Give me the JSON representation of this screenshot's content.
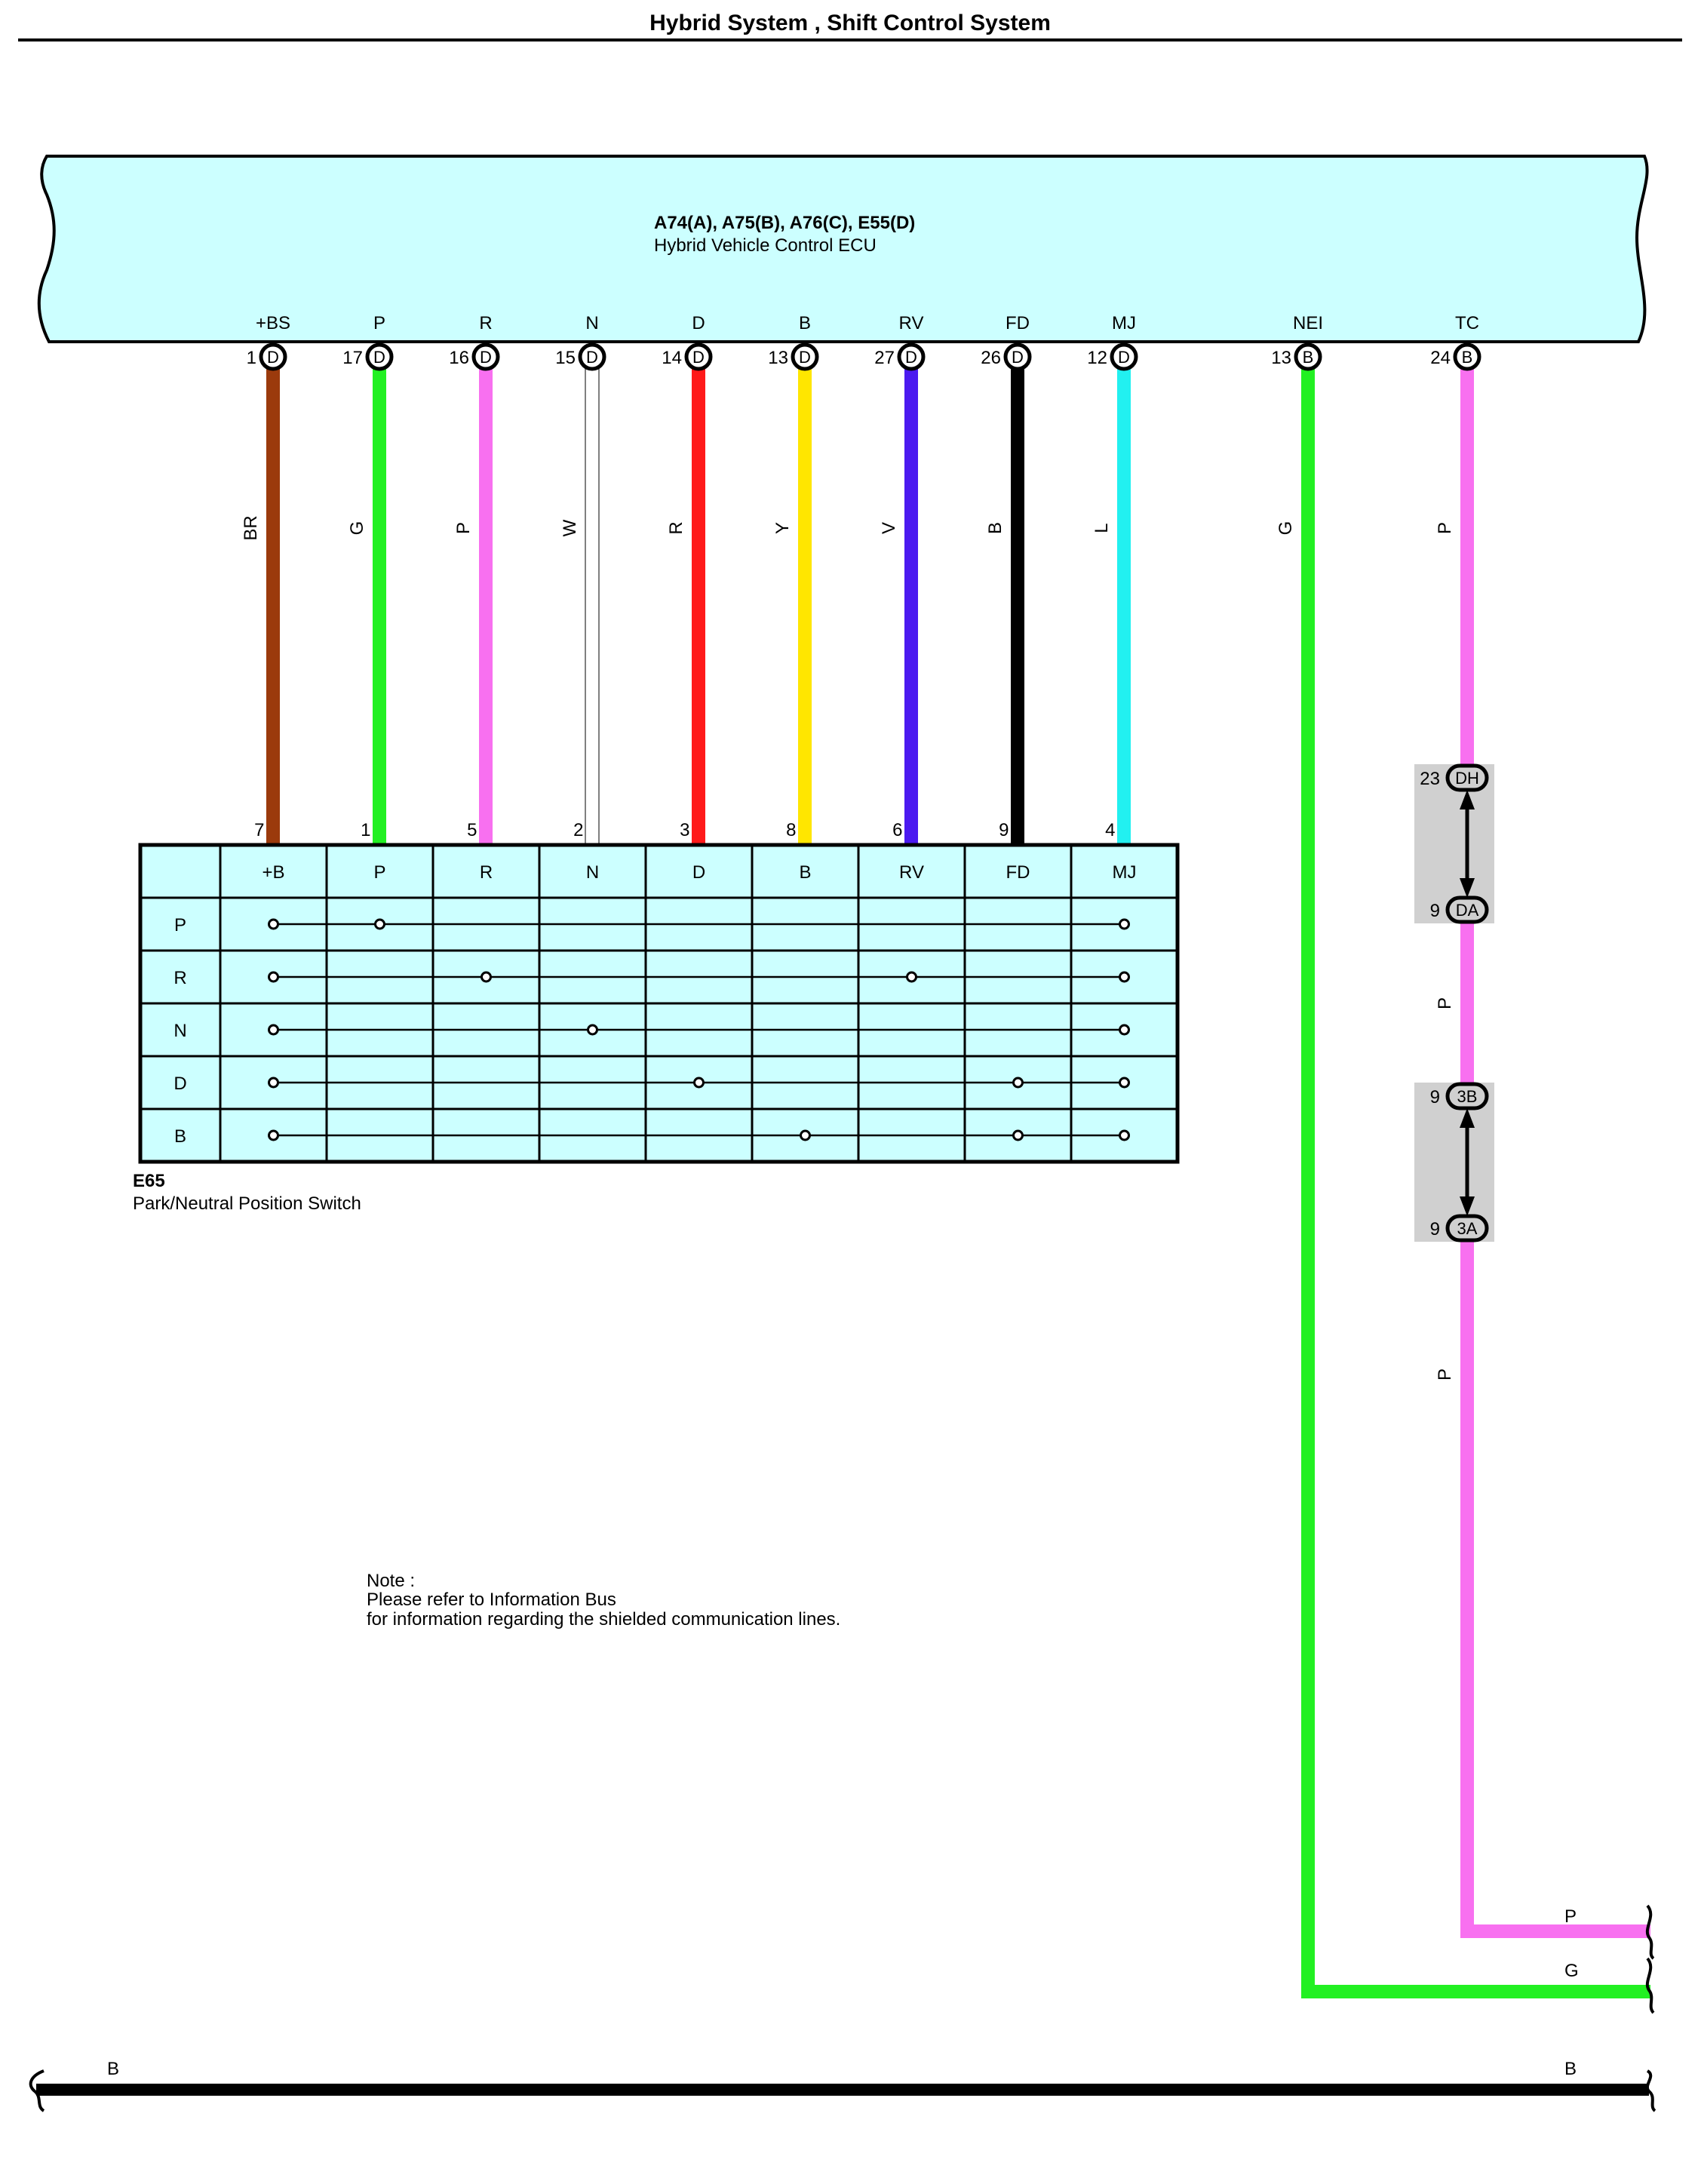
{
  "page_title": "Hybrid System , Shift Control System",
  "ecu": {
    "connectors": "A74(A), A75(B), A76(C), E55(D)",
    "name": "Hybrid Vehicle Control ECU"
  },
  "ecu_pins": [
    {
      "label": "+BS",
      "pin": "1",
      "conn": "D",
      "wire": "BR",
      "color": "#9B3A0C"
    },
    {
      "label": "P",
      "pin": "17",
      "conn": "D",
      "wire": "G",
      "color": "#22F022"
    },
    {
      "label": "R",
      "pin": "16",
      "conn": "D",
      "wire": "P",
      "color": "#F870F0"
    },
    {
      "label": "N",
      "pin": "15",
      "conn": "D",
      "wire": "W",
      "color": "#FFFFFF"
    },
    {
      "label": "D",
      "pin": "14",
      "conn": "D",
      "wire": "R",
      "color": "#FF1A1A"
    },
    {
      "label": "B",
      "pin": "13",
      "conn": "D",
      "wire": "Y",
      "color": "#FFE600"
    },
    {
      "label": "RV",
      "pin": "27",
      "conn": "D",
      "wire": "V",
      "color": "#4B1AF0"
    },
    {
      "label": "FD",
      "pin": "26",
      "conn": "D",
      "wire": "B",
      "color": "#000000"
    },
    {
      "label": "MJ",
      "pin": "12",
      "conn": "D",
      "wire": "L",
      "color": "#22F0F0"
    },
    {
      "label": "NEI",
      "pin": "13",
      "conn": "B",
      "wire": "G",
      "color": "#22F022"
    },
    {
      "label": "TC",
      "pin": "24",
      "conn": "B",
      "wire": "P",
      "color": "#F870F0"
    }
  ],
  "switch": {
    "id": "E65",
    "name": "Park/Neutral Position Switch",
    "pins": [
      "7",
      "1",
      "5",
      "2",
      "3",
      "8",
      "6",
      "9",
      "4"
    ],
    "columns": [
      "+B",
      "P",
      "R",
      "N",
      "D",
      "B",
      "RV",
      "FD",
      "MJ"
    ],
    "rows": [
      {
        "label": "P",
        "dots": [
          0,
          1,
          8
        ]
      },
      {
        "label": "R",
        "dots": [
          0,
          2,
          6,
          8
        ]
      },
      {
        "label": "N",
        "dots": [
          0,
          3,
          8
        ]
      },
      {
        "label": "D",
        "dots": [
          0,
          4,
          7,
          8
        ]
      },
      {
        "label": "B",
        "dots": [
          0,
          5,
          7,
          8
        ]
      }
    ]
  },
  "junctions": [
    {
      "top_pin": "23",
      "top_conn": "DH",
      "bottom_pin": "9",
      "bottom_conn": "DA"
    },
    {
      "top_pin": "9",
      "top_conn": "3B",
      "bottom_pin": "9",
      "bottom_conn": "3A"
    }
  ],
  "tc_wire_labels": [
    "P",
    "P"
  ],
  "note": {
    "title": "Note :",
    "line1": "Please refer to Information Bus",
    "line2": "for information regarding the shielded communication lines."
  },
  "continuation": {
    "p_label": "P",
    "g_label": "G"
  },
  "ground_bus": {
    "left_label": "B",
    "right_label": "B"
  },
  "colors": {
    "ecu_fill": "#CCFFFF",
    "table_fill": "#CCFFFF",
    "junction_fill": "#D0D0D0"
  }
}
